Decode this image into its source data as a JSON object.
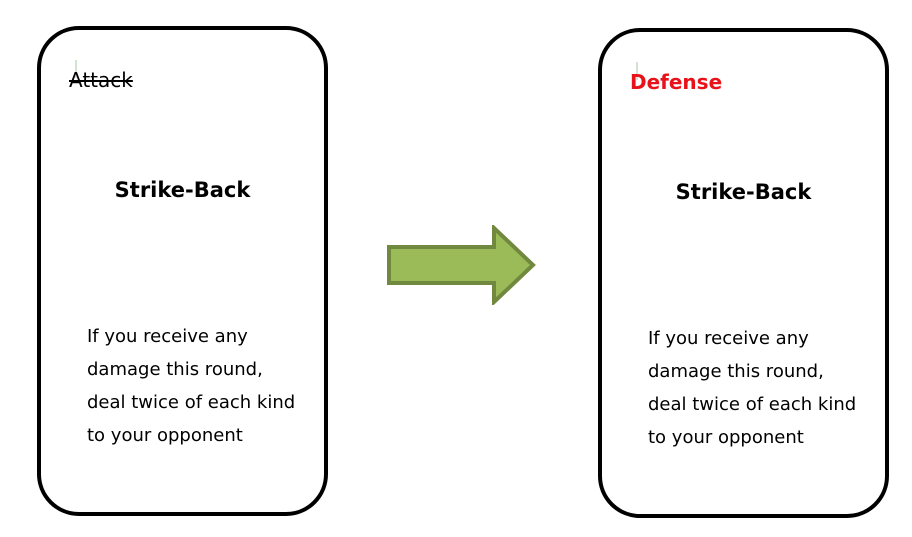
{
  "colors": {
    "accent": "#e8121a",
    "arrow_fill": "#9bbb59",
    "arrow_stroke": "#71893f"
  },
  "before_card": {
    "type_label": "Attack",
    "title": "Strike-Back",
    "description_lines": [
      "If you receive any",
      "damage this round,",
      "deal twice of each kind",
      "to your opponent"
    ]
  },
  "after_card": {
    "type_label": "Defense",
    "title": "Strike-Back",
    "description_lines": [
      "If you receive any",
      "damage this round,",
      "deal twice of each kind",
      "to your opponent"
    ]
  }
}
